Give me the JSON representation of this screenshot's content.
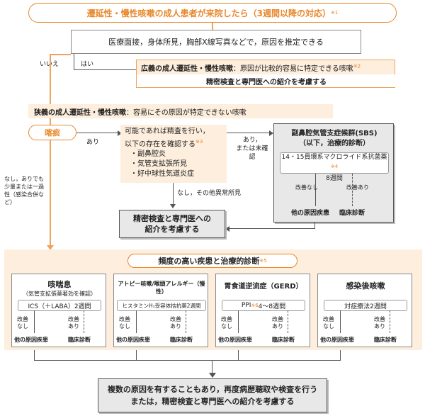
{
  "title": {
    "text": "遷延性・慢性咳嗽の成人患者が来院したら（3週間以降の対応）",
    "note": "※1"
  },
  "step1": "医療面接，身体所見，胸部X線写真などで，原因を推定できる",
  "label_no": "いいえ",
  "label_yes": "はい",
  "broad": {
    "heading": "広義の成人遷延性・慢性咳嗽",
    "desc": "：原因が比較的容易に特定できる咳嗽",
    "note": "※2"
  },
  "broad_refer": "精密検査と専門医への紹介を考慮する",
  "narrow": {
    "heading": "狭義の成人遷延性・慢性咳嗽",
    "desc": "：容易にその原因が特定できない咳嗽"
  },
  "sputum": "喀痰",
  "label_ari": "あり",
  "label_nashi_side": "なし，ありでも少量または一過性（感染合併など）",
  "confirm": {
    "line1": "可能であれば精査を行い，",
    "line2": "以下の存在を確認する",
    "note": "※3",
    "items": [
      "・副鼻腔炎",
      "・気管支拡張所見",
      "・好中球性気道炎症"
    ]
  },
  "label_ari_or": {
    "line1": "あり，",
    "line2": "または未確認"
  },
  "sbs": {
    "title1": "副鼻腔気管支症候群(SBS)",
    "title2": "（以下，治療的診断）",
    "drug": "14・15員環系マクロライド系抗菌薬",
    "note": "※4",
    "duration": "8週間",
    "no_improve": "改善なし",
    "improve": "改善あり",
    "other": "他の原因疾患",
    "clinical": "臨床診断"
  },
  "label_nashi_other": "なし，その他異常所見",
  "refer_box": {
    "line1": "精密検査と専門医への",
    "line2": "紹介を考慮する"
  },
  "freq_title": {
    "text": "頻度の高い疾患と治療的診断",
    "note": "※5"
  },
  "diseases": [
    {
      "name": "咳喘息",
      "sub": "（気管支拡張薬著効を確認）",
      "treat": "ICS（＋LABA）2週間",
      "note": ""
    },
    {
      "name": "アトピー咳嗽/喉頭アレルギー（慢性）",
      "sub": "",
      "treat": "ヒスタミンH₁受容体拮抗薬2週間",
      "note": ""
    },
    {
      "name": "胃食道逆流症（GERD）",
      "sub": "",
      "treat": "PPI",
      "note": "※6",
      "treat2": "4〜8週間"
    },
    {
      "name": "感染後咳嗽",
      "sub": "",
      "treat": "対症療法2週間",
      "note": ""
    }
  ],
  "branch": {
    "no1": "改善",
    "no2": "なし",
    "yes1": "改善",
    "yes2": "あり",
    "other": "他の原因疾患",
    "clinical": "臨床診断"
  },
  "final": {
    "line1": "複数の原因を有することもあり，再度病歴聴取や検査を行う",
    "line2": "または，精密検査と専門医への紹介を考慮する"
  }
}
